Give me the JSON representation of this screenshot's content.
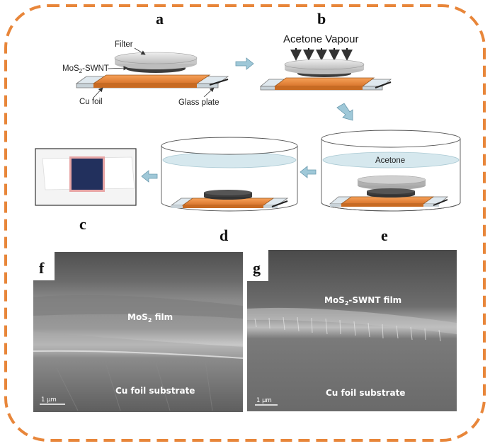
{
  "panels": {
    "a": "a",
    "b": "b",
    "c": "c",
    "d": "d",
    "e": "e",
    "f": "f",
    "g": "g"
  },
  "labels": {
    "filter": "Filter",
    "mos2_swnt_prefix": "MoS",
    "mos2_swnt_sub": "2",
    "mos2_swnt_suffix": "-SWNT",
    "cu_foil": "Cu foil",
    "glass_plate": "Glass plate",
    "acetone_vapour": "Acetone Vapour",
    "acetone": "Acetone"
  },
  "sem": {
    "f_film_prefix": "MoS",
    "f_film_sub": "2",
    "f_film_suffix": " film",
    "f_substrate": "Cu foil substrate",
    "g_film_prefix": "MoS",
    "g_film_sub": "2",
    "g_film_suffix": "-SWNT film",
    "g_substrate": "Cu foil substrate",
    "scale_f": "1 μm",
    "scale_g": "1 μm"
  },
  "colors": {
    "dashed_border": "#e8863a",
    "copper": "#f08c3c",
    "glass": "#dfe8ee",
    "filter": "#d4d4d4",
    "film": "#3c3c3c",
    "arrow": "#9fc8d8",
    "acetone": "#cfe4ec"
  },
  "icons": {
    "process_arrow": "block-arrow-icon",
    "vapour_arrow": "down-arrow-icon"
  }
}
